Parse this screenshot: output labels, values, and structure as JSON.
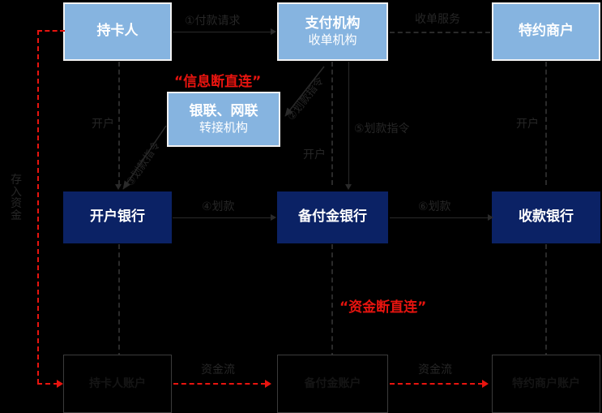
{
  "diagram": {
    "title_note_info": "“信息断直连”",
    "title_note_fund": "“资金断直连”",
    "colors": {
      "light_box": "#86b4e0",
      "dark_box": "#0b2265",
      "red_accent": "#e8140f",
      "background": "#000000",
      "line": "#2a2a2a",
      "box_text": "#ffffff"
    }
  },
  "nodes": {
    "cardholder": {
      "line1": "持卡人",
      "line2": ""
    },
    "payment_org": {
      "line1": "支付机构",
      "line2": "收单机构"
    },
    "merchant": {
      "line1": "特约商户",
      "line2": ""
    },
    "switch_org": {
      "line1": "银联、网联",
      "line2": "转接机构"
    },
    "opening_bank": {
      "line1": "开户银行",
      "line2": ""
    },
    "reserve_bank": {
      "line1": "备付金银行",
      "line2": ""
    },
    "receiving_bank": {
      "line1": "收款银行",
      "line2": ""
    },
    "cardholder_account": {
      "line1": "持卡人账户",
      "line2": ""
    },
    "reserve_account": {
      "line1": "备付金账户",
      "line2": ""
    },
    "merchant_account": {
      "line1": "特约商户账户",
      "line2": ""
    }
  },
  "edges": {
    "payment_request": "①付款请求",
    "acquiring_service": "收单服务",
    "transfer_instruction_2": "②划款指令",
    "transfer_instruction_3": "③划款指令",
    "transfer_4": "④划款",
    "transfer_instruction_5": "⑤划款指令",
    "transfer_6": "⑥划款",
    "open_account_left": "开户",
    "open_account_mid": "开户",
    "open_account_right": "开户",
    "deposit_funds": "存入资金",
    "fund_flow_left": "资金流",
    "fund_flow_right": "资金流"
  }
}
